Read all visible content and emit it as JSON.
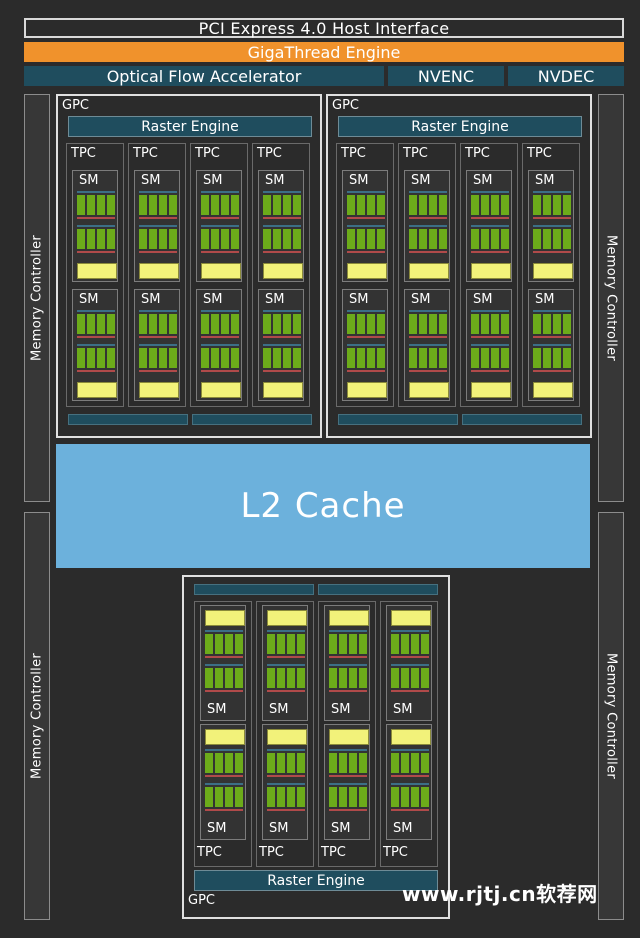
{
  "header": {
    "pcie": "PCI Express 4.0 Host Interface",
    "gigathread": "GigaThread Engine",
    "ofa": "Optical Flow Accelerator",
    "nvenc": "NVENC",
    "nvdec": "NVDEC"
  },
  "memory_controller": "Memory Controller",
  "gpc_label": "GPC",
  "raster_label": "Raster Engine",
  "tpc_label": "TPC",
  "sm_label": "SM",
  "l2_label": "L2 Cache",
  "watermark": "www.rjtj.cn软荐网",
  "colors": {
    "background": "#2b2b2b",
    "gigathread": "#f0922c",
    "engine_block": "#1f4d5e",
    "l2_cache": "#6cb1dc",
    "cuda_core": "#6cab1a",
    "l1_cache": "#f2f27a"
  }
}
